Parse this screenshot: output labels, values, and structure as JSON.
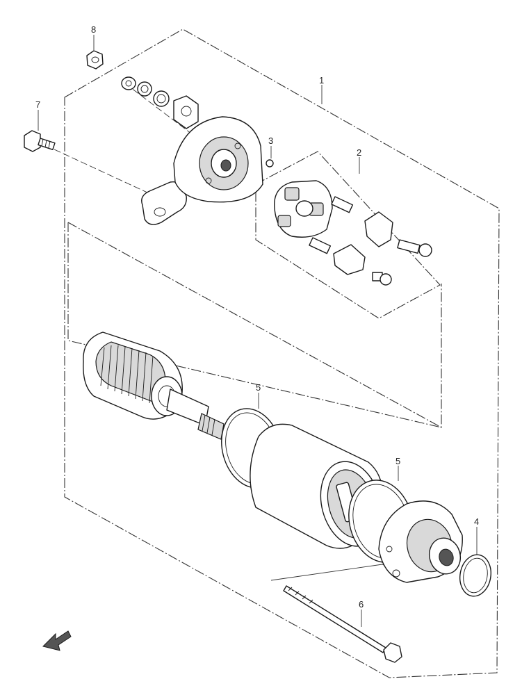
{
  "callouts": {
    "c1": "1",
    "c2": "2",
    "c3": "3",
    "c4": "4",
    "c5a": "5",
    "c5b": "5",
    "c6": "6",
    "c7": "7",
    "c8": "8"
  },
  "icons": {
    "direction_arrow": "forward-arrow-icon"
  }
}
